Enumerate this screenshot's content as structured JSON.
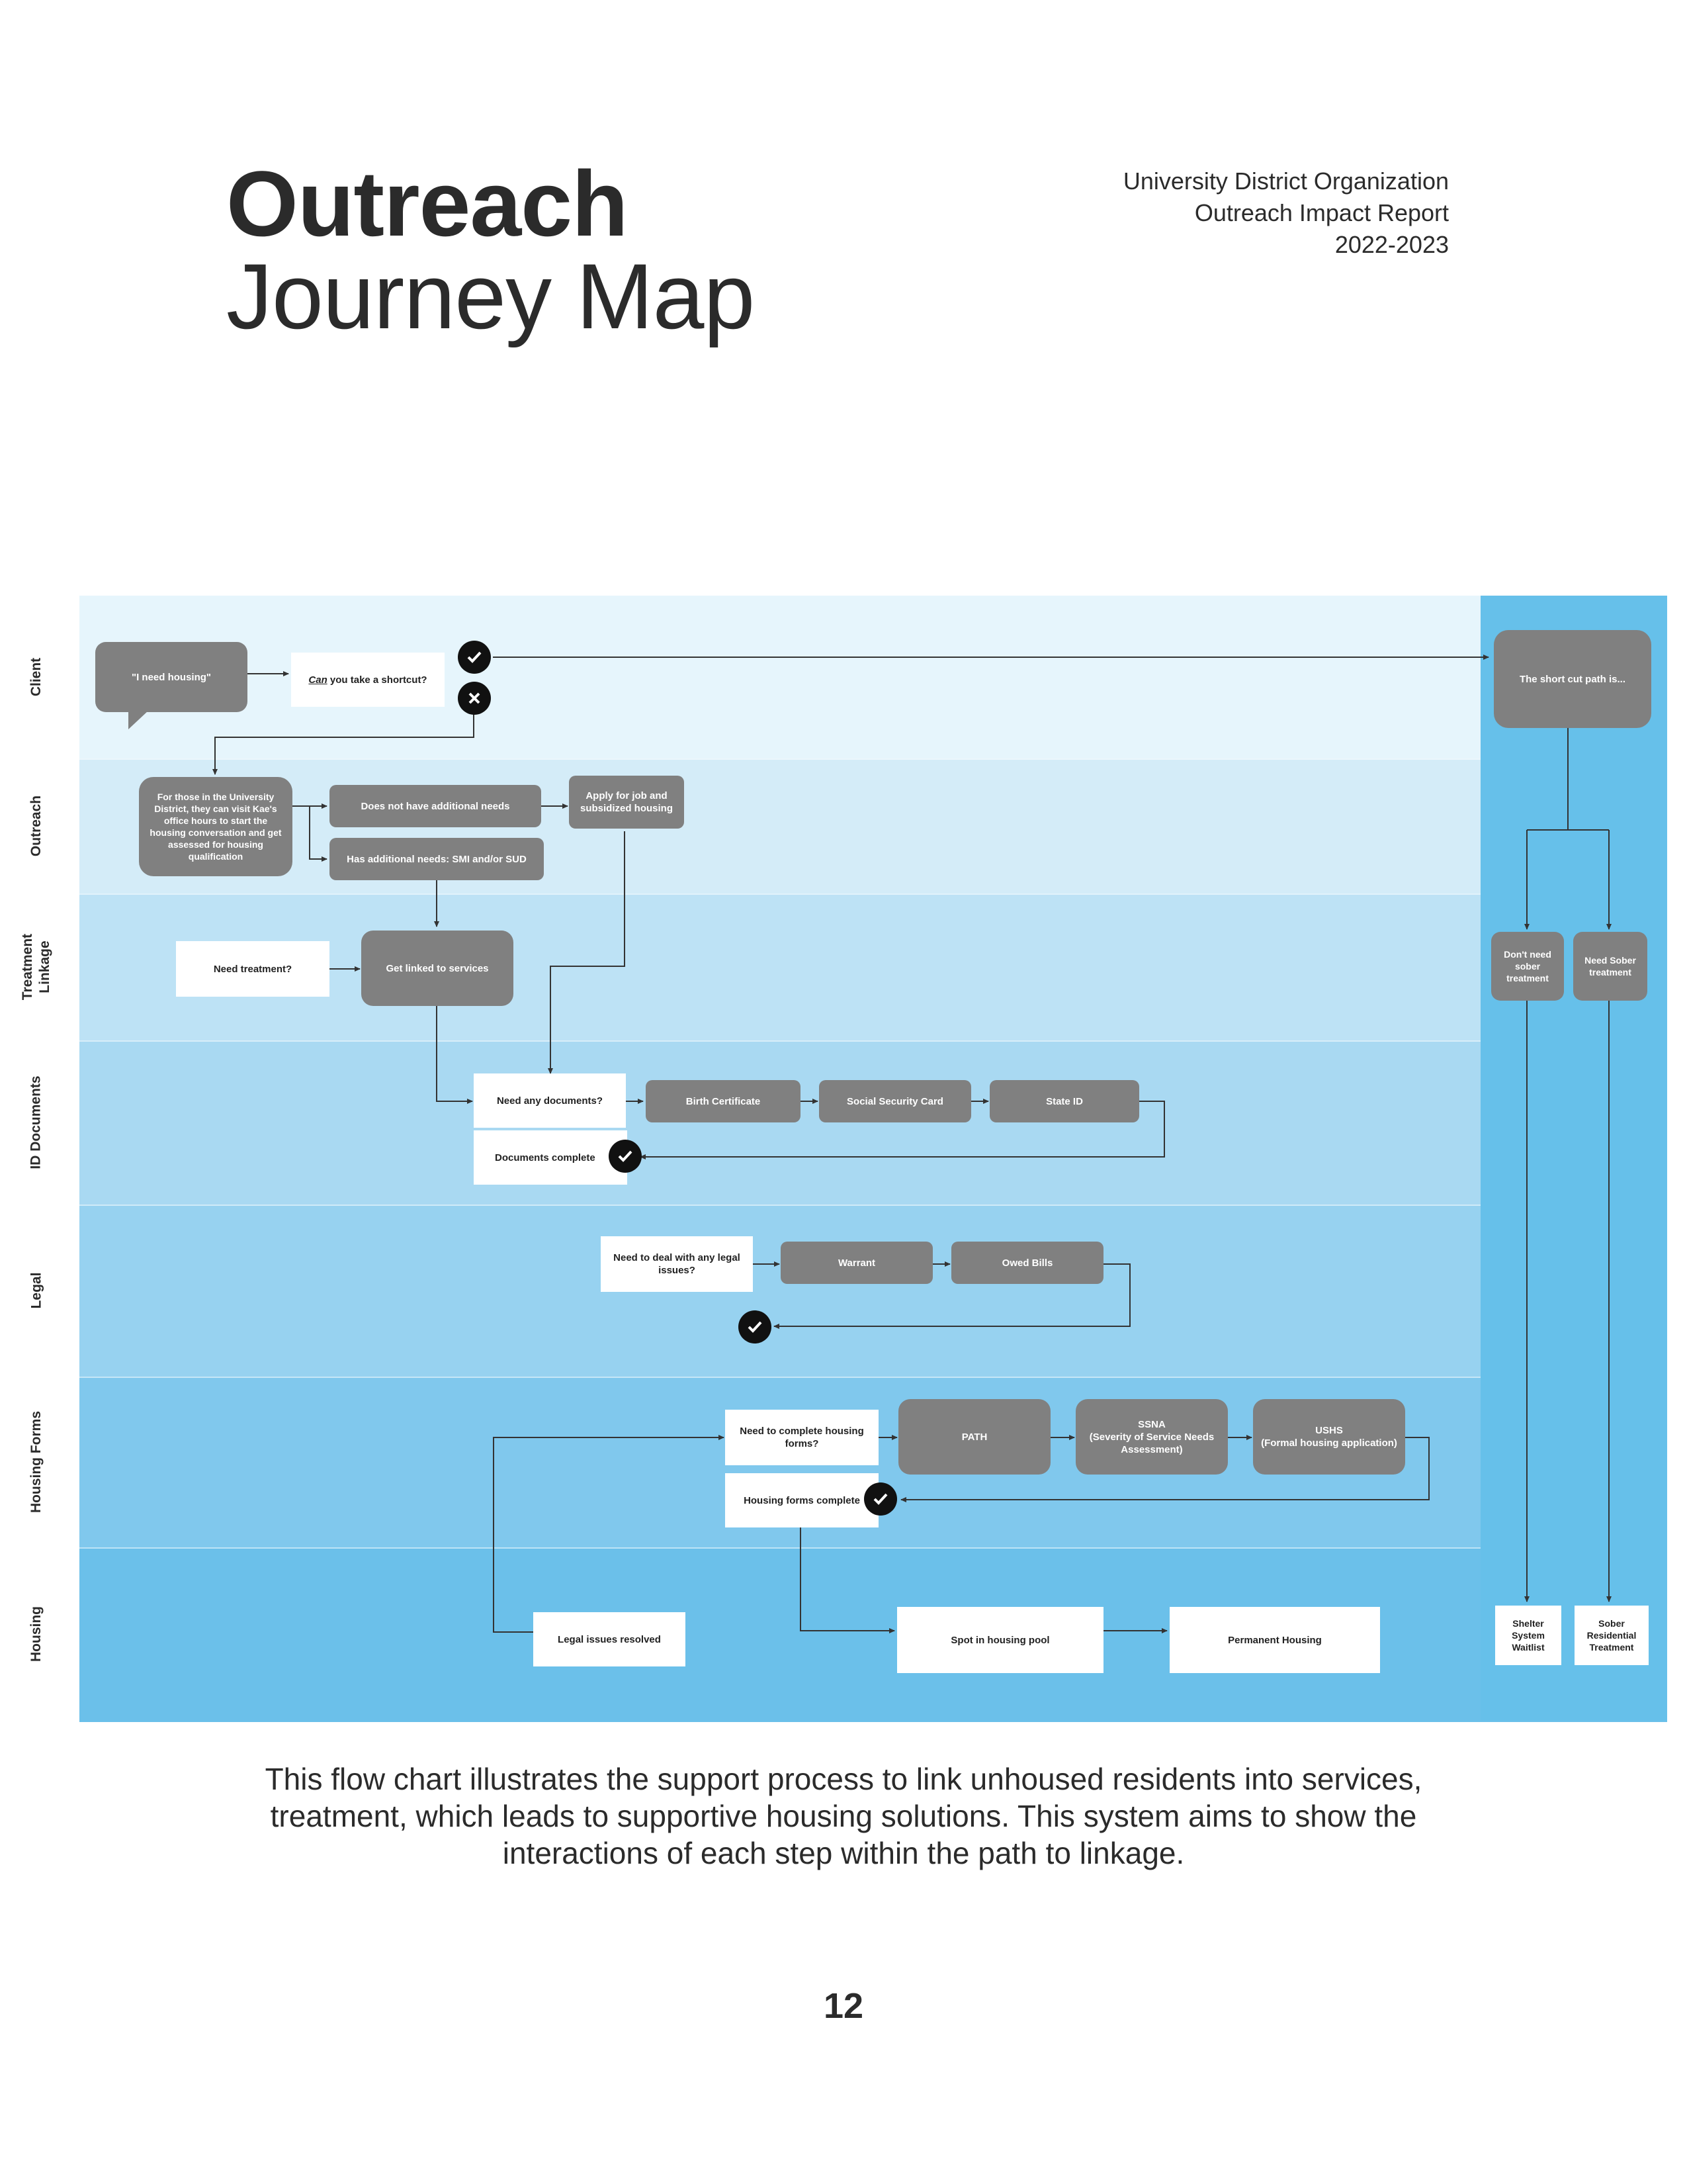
{
  "header": {
    "title_bold": "Outreach",
    "title_light": "Journey Map",
    "org_lines": [
      "University District Organization",
      "Outreach Impact Report",
      "2022-2023"
    ]
  },
  "lanes": [
    {
      "label": "Client",
      "color": "#e6f5fc"
    },
    {
      "label": "Outreach",
      "color": "#d4ecf8"
    },
    {
      "label": "Treatment Linkage",
      "color": "#bde2f5"
    },
    {
      "label": "ID Documents",
      "color": "#a9d9f2"
    },
    {
      "label": "Legal",
      "color": "#97d2f0"
    },
    {
      "label": "Housing Forms",
      "color": "#80c8ed"
    },
    {
      "label": "Housing",
      "color": "#6bc0ea"
    }
  ],
  "nodes": {
    "need_housing": "\"I need housing\"",
    "shortcut_q": "Can you take a shortcut?",
    "shortcut_path": "The short cut path is...",
    "office_hours": "For those in the University District, they can visit Kae's office hours to start the housing conversation and get assessed for housing qualification",
    "no_additional": "Does not have additional needs",
    "has_additional": "Has additional needs: SMI and/or SUD",
    "apply_job": "Apply for job and subsidized housing",
    "need_treatment": "Need treatment?",
    "get_linked": "Get linked to services",
    "dont_need_sober": "Don't need sober treatment",
    "need_sober": "Need Sober treatment",
    "need_documents": "Need any documents?",
    "birth_cert": "Birth Certificate",
    "ssn_card": "Social Security Card",
    "state_id": "State ID",
    "documents_complete": "Documents complete",
    "need_legal": "Need to deal with any legal issues?",
    "warrant": "Warrant",
    "owed_bills": "Owed Bills",
    "need_forms": "Need to complete housing forms?",
    "path": "PATH",
    "ssna": "SSNA\n(Severity of Service Needs Assessment)",
    "ushs": "USHS\n(Formal housing application)",
    "forms_complete": "Housing forms complete",
    "legal_resolved": "Legal issues resolved",
    "housing_pool": "Spot in housing pool",
    "permanent_housing": "Permanent Housing",
    "shelter_waitlist": "Shelter System Waitlist",
    "sober_residential": "Sober Residential Treatment"
  },
  "colors": {
    "node_gray": "#808080",
    "line": "#333333",
    "check": "#111111",
    "side_column": "#66c0ea"
  },
  "caption": "This flow chart illustrates the support process to link unhoused residents into services, treatment, which leads to supportive housing solutions. This system aims to show the interactions of each step within the path to linkage.",
  "page_number": "12"
}
